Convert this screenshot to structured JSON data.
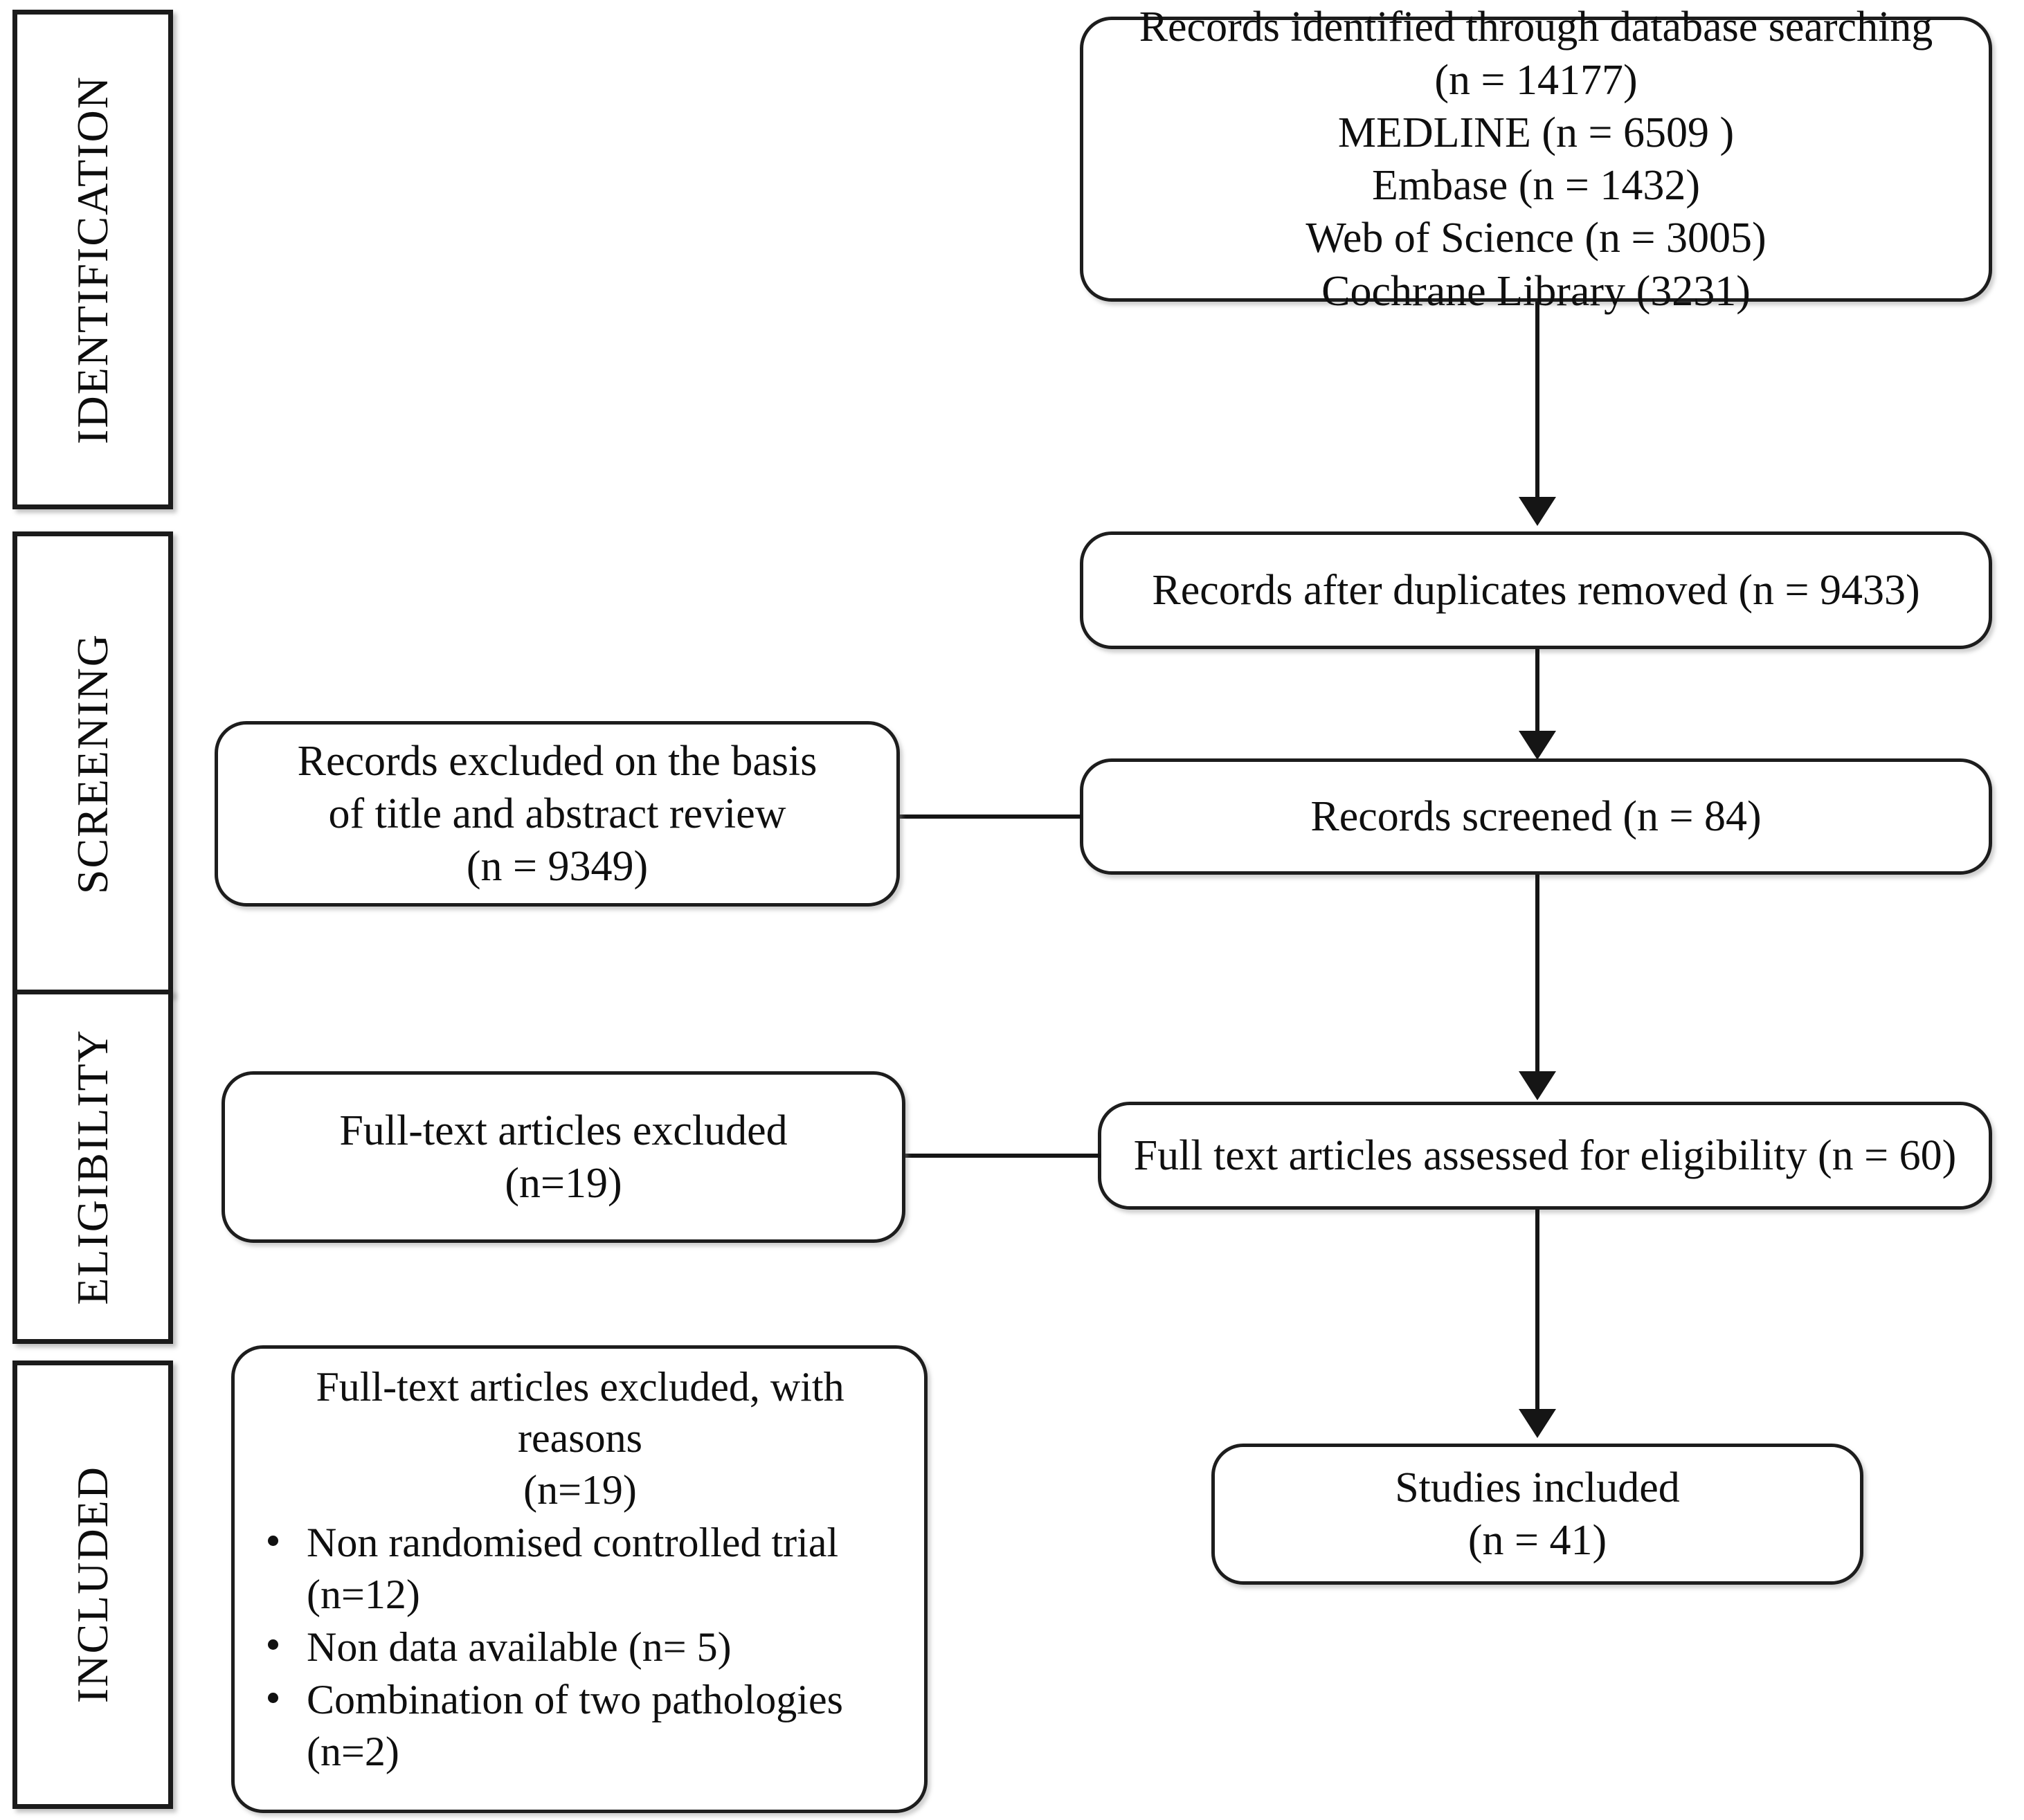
{
  "diagram": {
    "title": "PRISMA flow diagram",
    "stages": [
      {
        "id": "identification",
        "label": "IDENTIFICATION"
      },
      {
        "id": "screening",
        "label": "SCREENING"
      },
      {
        "id": "eligibility",
        "label": "ELIGIBILITY"
      },
      {
        "id": "included",
        "label": "INCLUDED"
      }
    ],
    "boxes": {
      "records_identified": {
        "line1": "Records identified through database searching",
        "line2": "(n = 14177)",
        "sources": [
          "MEDLINE (n = 6509 )",
          "Embase (n = 1432)",
          "Web of Science (n = 3005)",
          "Cochrane Library (3231)"
        ]
      },
      "duplicates_removed": {
        "line1": "Records after duplicates removed (n = 9433)"
      },
      "records_screened": {
        "line1": "Records screened (n = 84)"
      },
      "records_excluded": {
        "line1": "Records excluded on the basis",
        "line2": "of title and abstract review",
        "line3": "(n = 9349)"
      },
      "fulltext_assessed": {
        "line1": "Full text articles assessed for eligibility (n = 60)"
      },
      "fulltext_excluded": {
        "line1": "Full-text articles excluded",
        "line2": "(n=19)"
      },
      "fulltext_excluded_reasons": {
        "line1": "Full-text articles excluded, with",
        "line2": "reasons",
        "line3": "(n=19)",
        "reasons": [
          "Non randomised controlled trial (n=12)",
          "Non data available (n= 5)",
          "Combination of two pathologies (n=2)"
        ]
      },
      "studies_included": {
        "line1": "Studies included",
        "line2": "(n = 41)"
      }
    },
    "colors": {
      "line": "#151515",
      "border": "#1d1d1d",
      "text": "#0f0f0f",
      "background": "#ffffff"
    }
  },
  "chart_data": {
    "type": "table",
    "title": "PRISMA flow diagram",
    "categories": [
      "Records identified through database searching",
      "MEDLINE",
      "Embase",
      "Web of Science",
      "Cochrane Library",
      "Records after duplicates removed",
      "Records screened",
      "Records excluded on the basis of title and abstract review",
      "Full text articles assessed for eligibility",
      "Full-text articles excluded",
      "Non randomised controlled trial",
      "Non data available",
      "Combination of two pathologies",
      "Studies included"
    ],
    "values": [
      14177,
      6509,
      1432,
      3005,
      3231,
      9433,
      84,
      9349,
      60,
      19,
      12,
      5,
      2,
      41
    ]
  }
}
